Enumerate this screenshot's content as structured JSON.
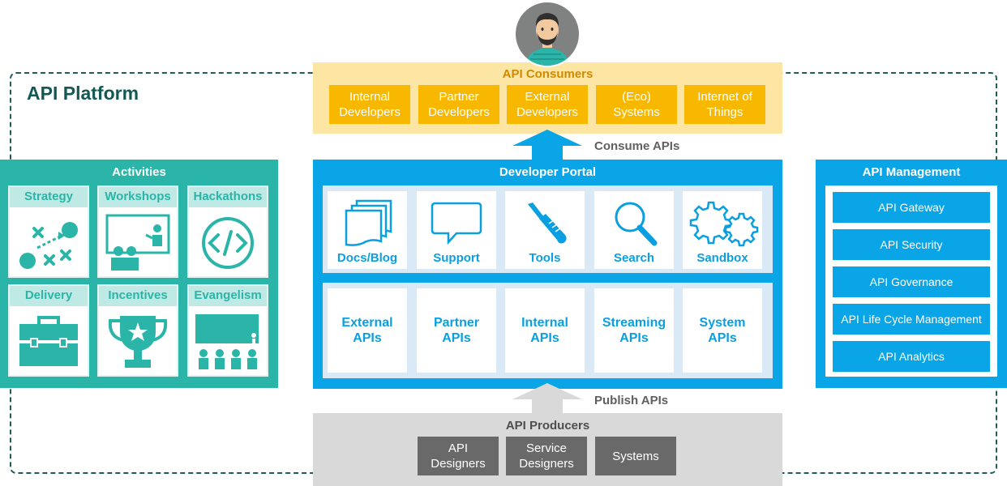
{
  "platform": {
    "title": "API Platform"
  },
  "consumers": {
    "title": "API Consumers",
    "items": [
      "Internal\nDevelopers",
      "Partner\nDevelopers",
      "External\nDevelopers",
      "(Eco)\nSystems",
      "Internet of\nThings"
    ]
  },
  "arrows": {
    "consume": "Consume APIs",
    "publish": "Publish APIs"
  },
  "portal": {
    "title": "Developer Portal",
    "tools": [
      {
        "label": "Docs/Blog",
        "icon": "documents-icon"
      },
      {
        "label": "Support",
        "icon": "speech-bubble-icon"
      },
      {
        "label": "Tools",
        "icon": "screwdriver-icon"
      },
      {
        "label": "Search",
        "icon": "magnifier-icon"
      },
      {
        "label": "Sandbox",
        "icon": "gears-icon"
      }
    ],
    "apis": [
      "External\nAPIs",
      "Partner\nAPIs",
      "Internal\nAPIs",
      "Streaming\nAPIs",
      "System\nAPIs"
    ]
  },
  "activities": {
    "title": "Activities",
    "items": [
      {
        "label": "Strategy",
        "icon": "strategy-play-icon"
      },
      {
        "label": "Workshops",
        "icon": "presentation-icon"
      },
      {
        "label": "Hackathons",
        "icon": "code-icon"
      },
      {
        "label": "Delivery",
        "icon": "toolbox-icon"
      },
      {
        "label": "Incentives",
        "icon": "trophy-icon"
      },
      {
        "label": "Evangelism",
        "icon": "audience-screen-icon"
      }
    ]
  },
  "management": {
    "title": "API Management",
    "items": [
      "API Gateway",
      "API Security",
      "API Governance",
      "API Life Cycle Management",
      "API Analytics"
    ]
  },
  "producers": {
    "title": "API Producers",
    "items": [
      "API\nDesigners",
      "Service\nDesigners",
      "Systems"
    ]
  },
  "colors": {
    "teal": "#2ab5a8",
    "blue": "#0aa5e6",
    "yellow": "#f9b800",
    "grey": "#696969"
  }
}
